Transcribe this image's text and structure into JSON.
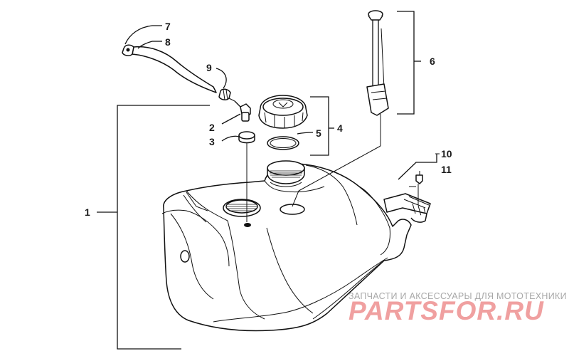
{
  "callouts": {
    "c1": "1",
    "c2": "2",
    "c3": "3",
    "c4": "4",
    "c5": "5",
    "c6": "6",
    "c7": "7",
    "c8": "8",
    "c9": "9",
    "c10": "10",
    "c11": "11"
  },
  "watermark": {
    "caption": "ЗАПЧАСТИ И АКСЕССУАРЫ ДЛЯ МОТОТЕХНИКИ",
    "logo": "PARTSFOR.RU"
  },
  "colors": {
    "line": "#111111",
    "watermark_caption": "#a8a8a8",
    "watermark_logo": "#f0a0a0"
  }
}
